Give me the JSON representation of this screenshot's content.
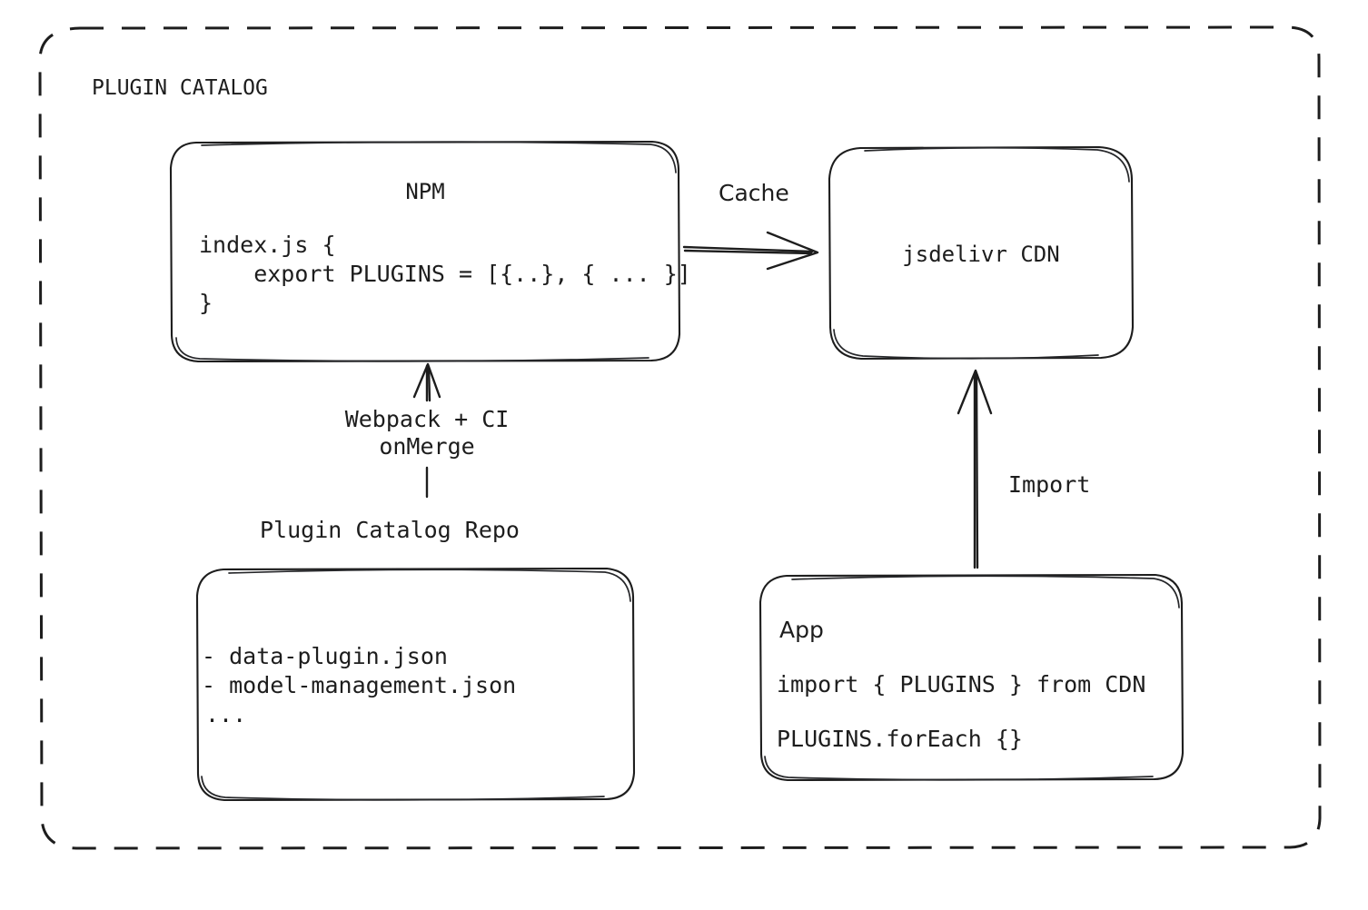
{
  "diagram": {
    "title": "PLUGIN CATALOG",
    "background_color": "#ffffff",
    "stroke_color": "#1d1d1d",
    "frame": {
      "style": "dashed-rounded-rectangle"
    },
    "nodes": {
      "npm": {
        "title": "NPM",
        "code_lines": [
          "index.js {",
          "    export PLUGINS = [{..}, { ... }]",
          "}"
        ]
      },
      "cdn": {
        "title": "jsdelivr CDN"
      },
      "repo": {
        "caption": "Plugin Catalog Repo",
        "file_lines": [
          "- data-plugin.json",
          "- model-management.json",
          "..."
        ]
      },
      "app": {
        "title": "App",
        "code_lines": [
          "import { PLUGINS } from CDN",
          "PLUGINS.forEach {}"
        ]
      }
    },
    "edges": [
      {
        "id": "npm-to-cdn",
        "label": "Cache",
        "from": "npm",
        "to": "cdn",
        "direction": "right"
      },
      {
        "id": "repo-to-npm",
        "label_lines": [
          "Webpack + CI",
          "onMerge"
        ],
        "from": "repo",
        "to": "npm",
        "direction": "up"
      },
      {
        "id": "app-to-cdn",
        "label": "Import",
        "from": "app",
        "to": "cdn",
        "direction": "up"
      }
    ]
  }
}
